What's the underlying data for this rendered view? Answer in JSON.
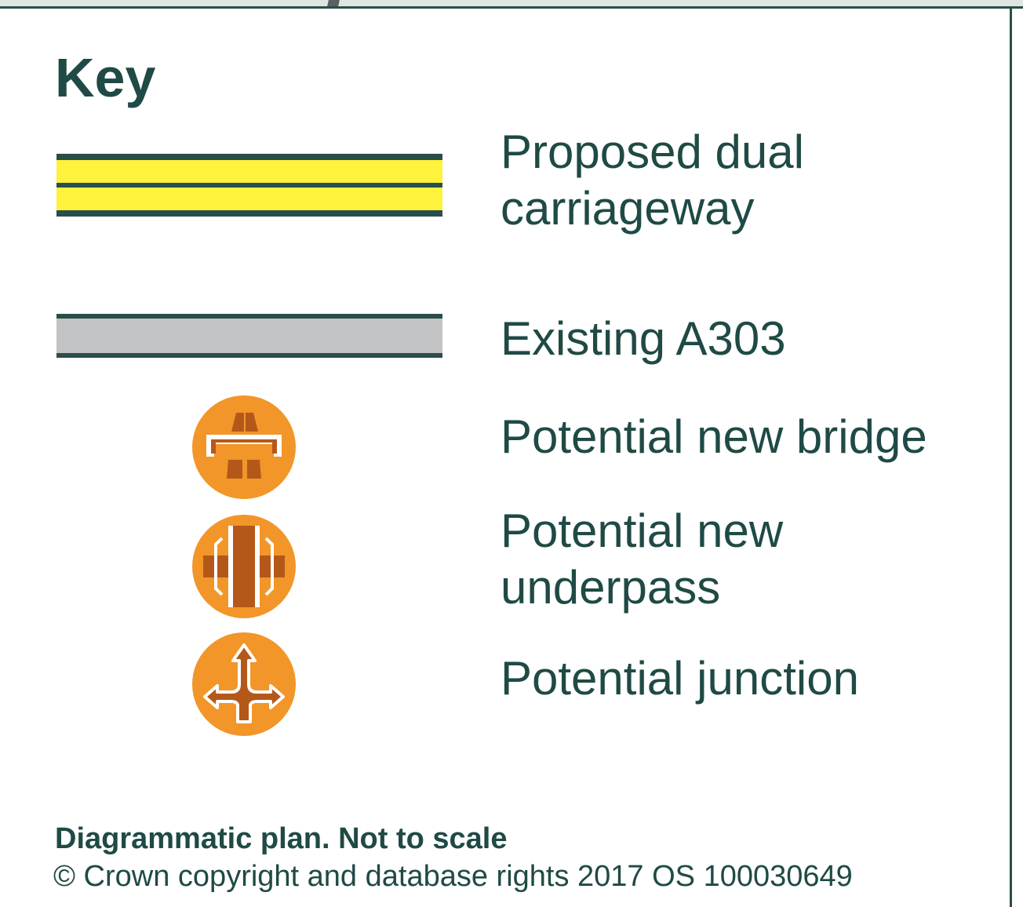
{
  "key": {
    "title": "Key",
    "items": [
      {
        "label_line1": "Proposed dual",
        "label_line2": "carriageway",
        "swatch": "dual-carriageway"
      },
      {
        "label": "Existing A303",
        "swatch": "existing-road"
      },
      {
        "label": "Potential new bridge",
        "icon": "bridge-icon"
      },
      {
        "label_line1": "Potential new",
        "label_line2": "underpass",
        "icon": "underpass-icon"
      },
      {
        "label": "Potential junction",
        "icon": "junction-icon"
      }
    ]
  },
  "footer": {
    "note": "Diagrammatic plan. Not to scale",
    "copyright": "© Crown copyright and database rights 2017 OS 100030649"
  },
  "colors": {
    "text": "#1f4a45",
    "road_outline": "#2a4e4a",
    "proposed_fill": "#fff23c",
    "existing_fill": "#c2c3c5",
    "icon_circle": "#f2962a",
    "icon_symbol": "#b4581a"
  }
}
